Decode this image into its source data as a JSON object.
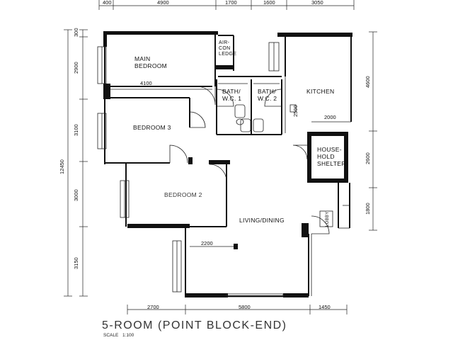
{
  "plan": {
    "title": "5-ROOM (POINT BLOCK-END)",
    "scale_label": "SCALE",
    "scale_value": "1:100",
    "rooms": {
      "main_bedroom_line1": "MAIN",
      "main_bedroom_line2": "BEDROOM",
      "bedroom3": "BEDROOM 3",
      "aircon_line1": "AIR-",
      "aircon_line2": "CON",
      "aircon_line3": "LEDGE",
      "bath1_line1": "BATH/",
      "bath1_line2": "W.C. 1",
      "bath2_line1": "BATH/",
      "bath2_line2": "W.C. 2",
      "kitchen": "KITCHEN",
      "shelter_line1": "HOUSE-",
      "shelter_line2": "HOLD",
      "shelter_line3": "SHELTER",
      "study": "BEDROOM 2",
      "living_dining": "LIVING/DINING",
      "lift_lobby": "LOBBY"
    },
    "dimensions": {
      "top": [
        "400",
        "4900",
        "1700",
        "1600",
        "3050"
      ],
      "left": [
        "300",
        "2900",
        "3100",
        "3000",
        "3150"
      ],
      "left_total": "12450",
      "right": [
        "4600",
        "2600",
        "1800"
      ],
      "bottom": [
        "2700",
        "5800",
        "1450"
      ],
      "inner": [
        "4100",
        "2500",
        "2000",
        "2200"
      ]
    }
  }
}
